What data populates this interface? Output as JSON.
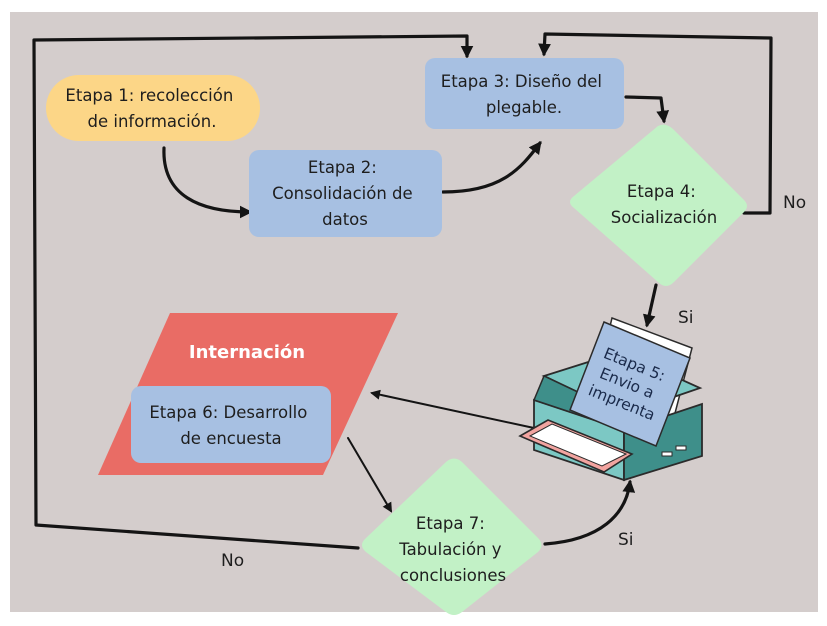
{
  "nodes": {
    "etapa1": {
      "lines": [
        "Etapa 1: recolección",
        "de información."
      ],
      "color": "#fcd687"
    },
    "etapa2": {
      "lines": [
        "Etapa 2:",
        "Consolidación de",
        "datos"
      ],
      "color": "#a7c0e2"
    },
    "etapa3": {
      "lines": [
        "Etapa 3: Diseño del",
        "plegable."
      ],
      "color": "#a7c0e2"
    },
    "etapa4": {
      "lines": [
        "Etapa 4:",
        "Socialización"
      ],
      "color": "#c2f1c6"
    },
    "etapa5": {
      "lines": [
        "Etapa 5:",
        "Envio a",
        "imprenta"
      ],
      "color": "#a7c0e2"
    },
    "etapa6": {
      "lines": [
        "Etapa 6: Desarrollo",
        "de encuesta"
      ],
      "color": "#a7c0e2"
    },
    "etapa7": {
      "lines": [
        "Etapa 7:",
        "Tabulación y",
        "conclusiones"
      ],
      "color": "#c2f1c6"
    }
  },
  "internacion": {
    "title": "Internación",
    "color": "#e96c65"
  },
  "labels": {
    "no_etapa4": "No",
    "si_etapa4": "Si",
    "si_etapa7": "Si",
    "no_etapa7": "No"
  },
  "colors": {
    "background": "#d4cdcc",
    "lines": "#141414",
    "printer_body": "#7cc8c4",
    "printer_dark": "#3e8f8a",
    "paper_tray": "#f2a4a0"
  },
  "icons": {
    "printer": "printer-icon"
  }
}
